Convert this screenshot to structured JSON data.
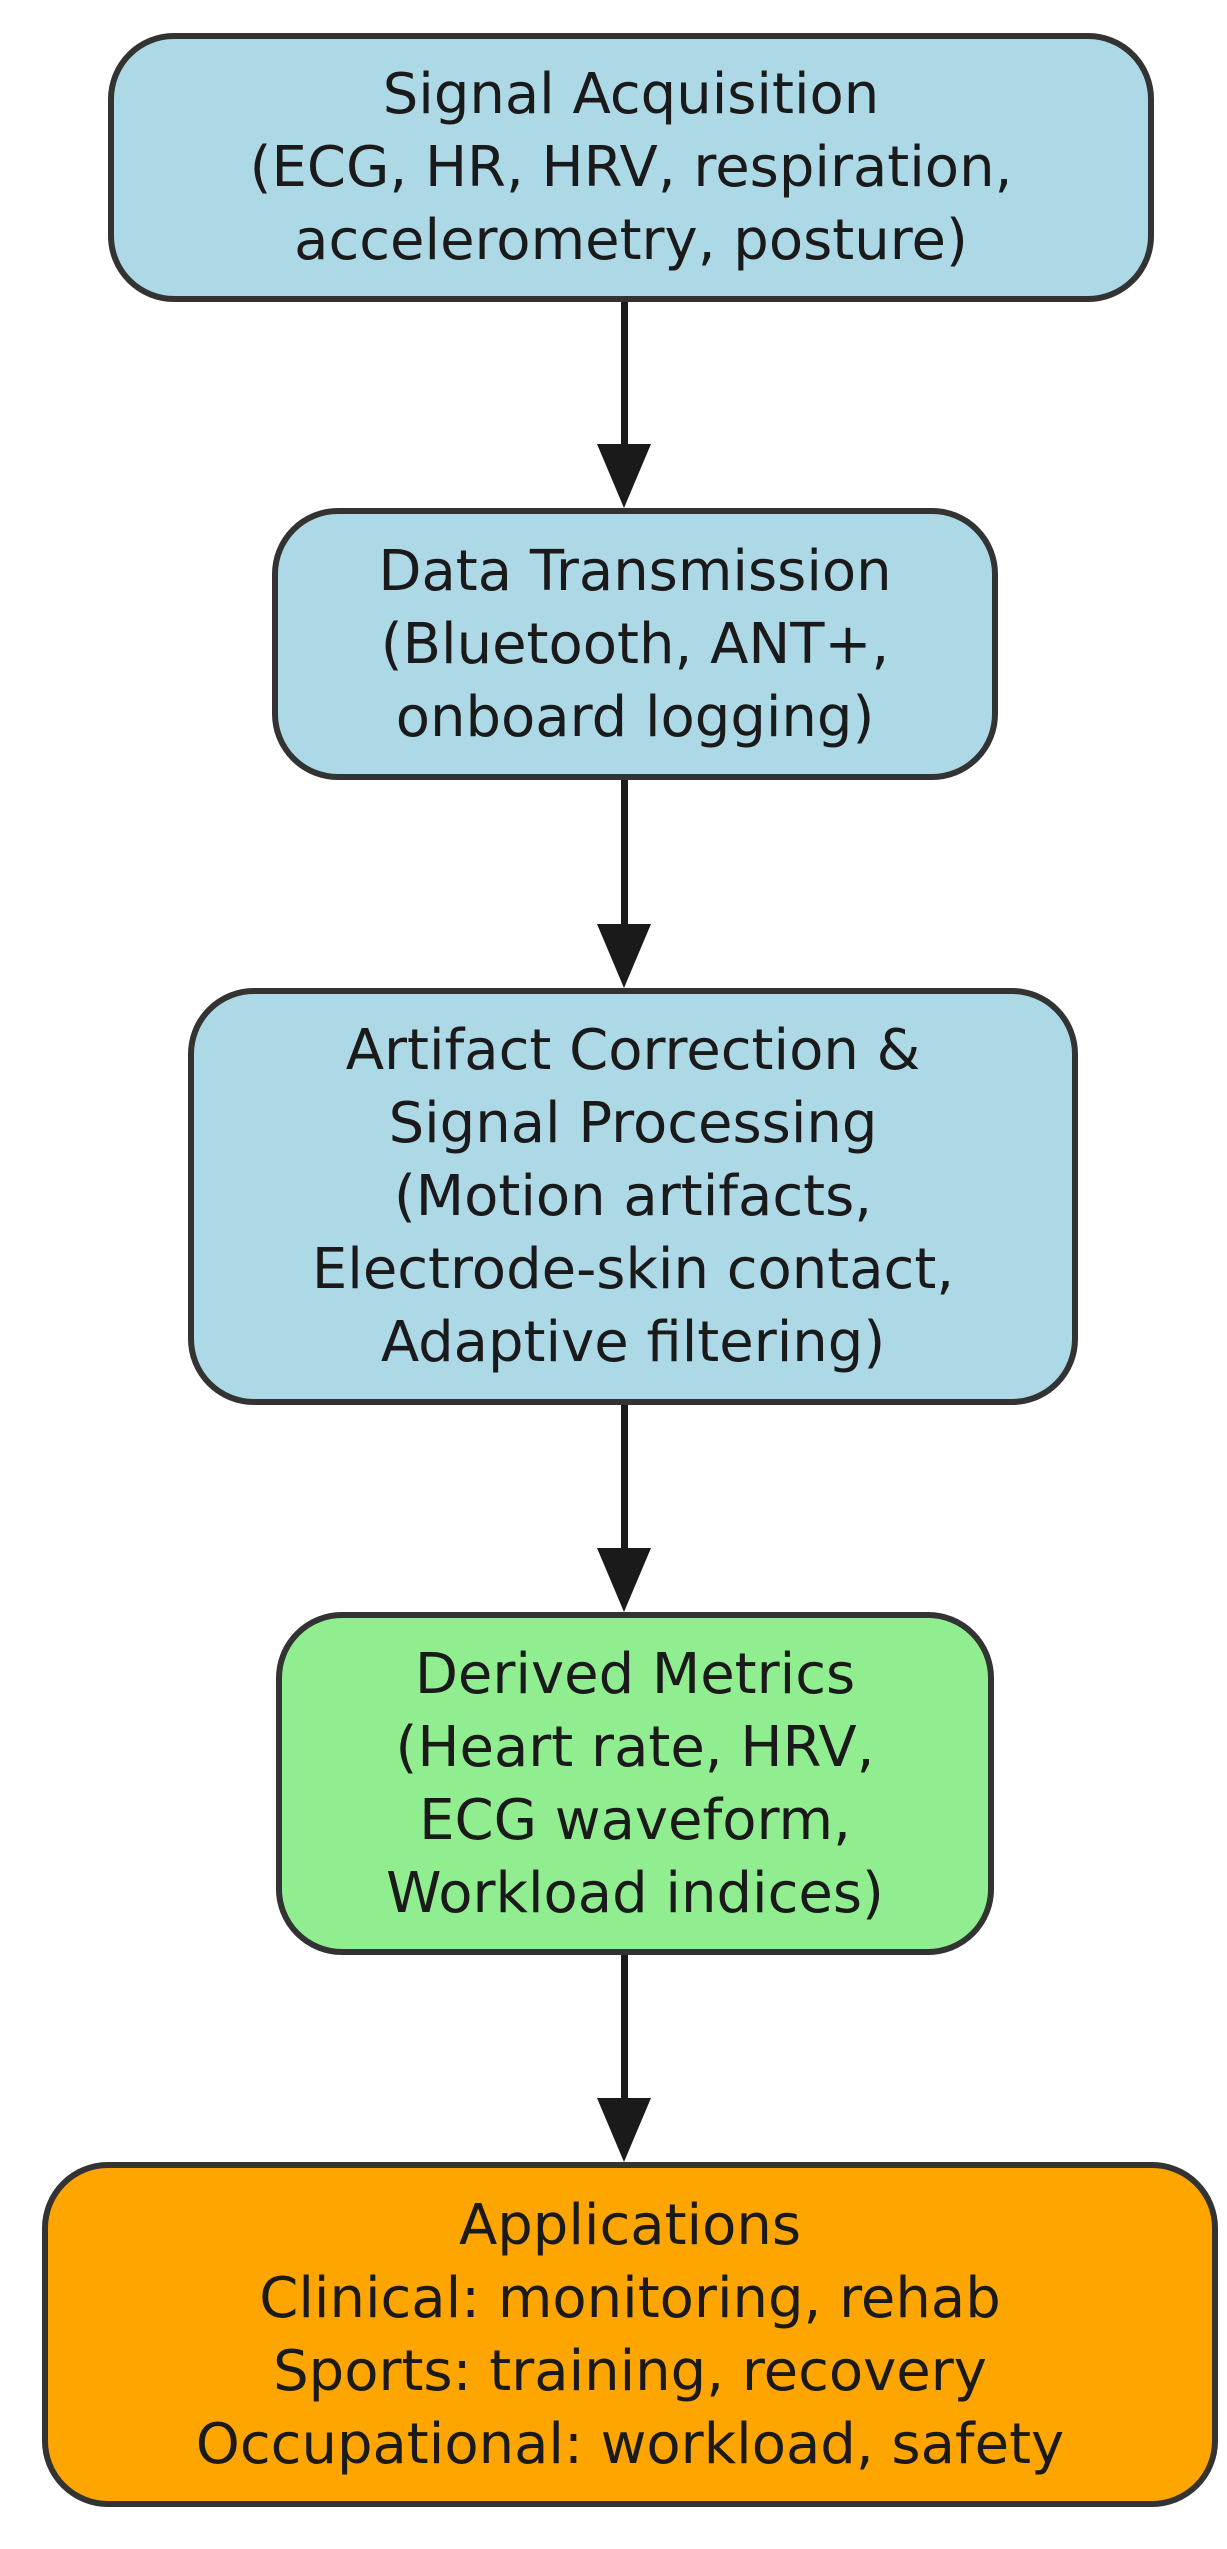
{
  "diagram": {
    "type": "flowchart",
    "orientation": "top-down",
    "background": "#ffffff",
    "colors": {
      "node_border": "#333333",
      "text": "#1a1a1a",
      "arrow": "#1a1a1a",
      "process_fill": "#ADD8E6",
      "metrics_fill": "#90EE90",
      "applications_fill": "#FFA500"
    },
    "nodes": [
      {
        "id": "signal-acquisition",
        "label": "Signal Acquisition\n(ECG, HR, HRV, respiration,\naccelerometry, posture)",
        "fill": "#ADD8E6"
      },
      {
        "id": "data-transmission",
        "label": "Data Transmission\n(Bluetooth, ANT+,\nonboard logging)",
        "fill": "#ADD8E6"
      },
      {
        "id": "artifact-correction",
        "label": "Artifact Correction &\nSignal Processing\n(Motion artifacts,\nElectrode-skin contact,\nAdaptive filtering)",
        "fill": "#ADD8E6"
      },
      {
        "id": "derived-metrics",
        "label": "Derived Metrics\n(Heart rate, HRV,\nECG waveform,\nWorkload indices)",
        "fill": "#90EE90"
      },
      {
        "id": "applications",
        "label": "Applications\nClinical: monitoring, rehab\nSports: training, recovery\nOccupational: workload, safety",
        "fill": "#FFA500"
      }
    ],
    "edges": [
      {
        "from": "signal-acquisition",
        "to": "data-transmission"
      },
      {
        "from": "data-transmission",
        "to": "artifact-correction"
      },
      {
        "from": "artifact-correction",
        "to": "derived-metrics"
      },
      {
        "from": "derived-metrics",
        "to": "applications"
      }
    ]
  }
}
